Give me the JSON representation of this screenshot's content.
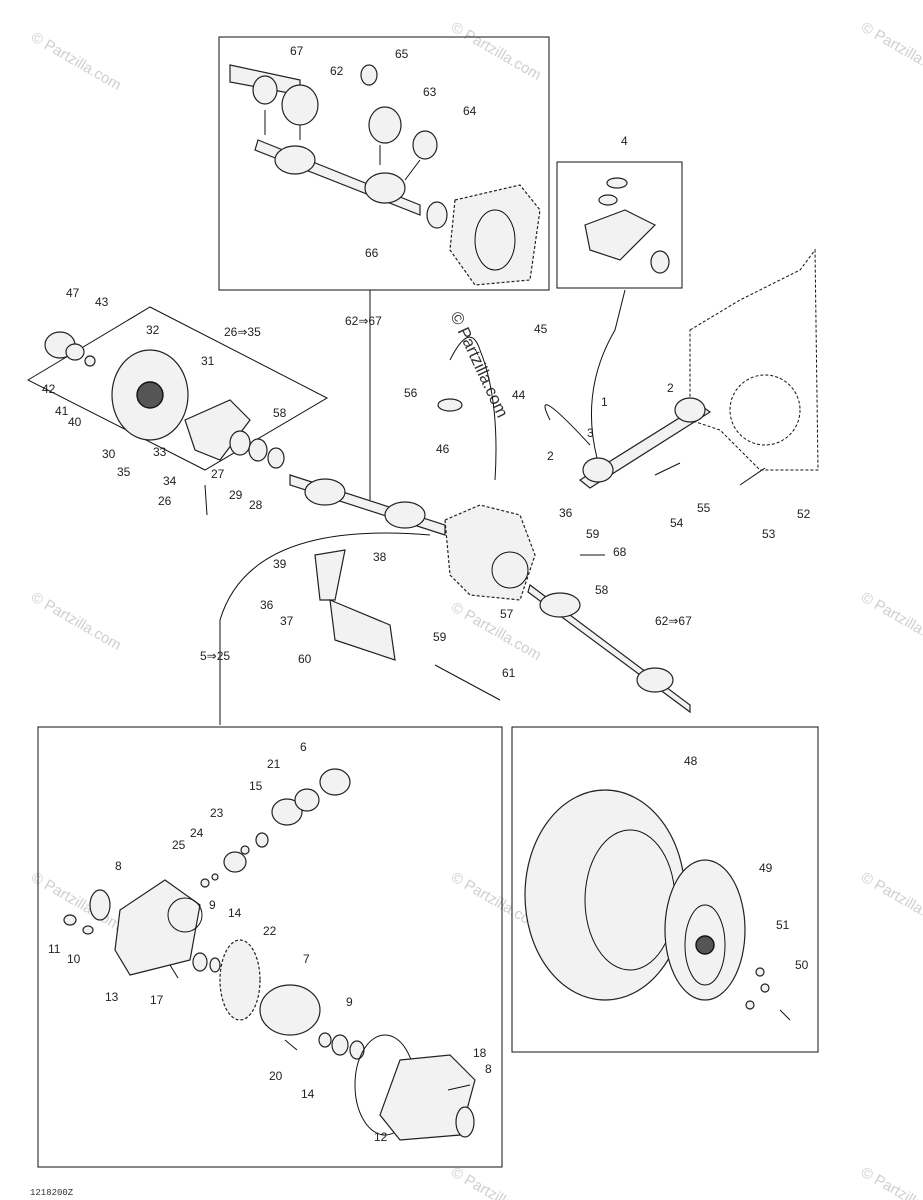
{
  "diagram": {
    "code": "1218200Z",
    "watermark": "© Partzilla.com",
    "ranges": {
      "top_box": "62⇒67",
      "hub_box": "26⇒35",
      "diff_box": "5⇒25",
      "right_shaft": "62⇒67"
    },
    "callouts": [
      "1",
      "2",
      "2",
      "3",
      "4",
      "6",
      "7",
      "8",
      "8",
      "9",
      "9",
      "10",
      "11",
      "12",
      "13",
      "14",
      "14",
      "15",
      "17",
      "18",
      "20",
      "21",
      "22",
      "23",
      "24",
      "25",
      "26",
      "27",
      "28",
      "29",
      "30",
      "31",
      "32",
      "33",
      "34",
      "35",
      "36",
      "36",
      "37",
      "38",
      "39",
      "40",
      "41",
      "42",
      "43",
      "44",
      "45",
      "46",
      "47",
      "48",
      "49",
      "50",
      "51",
      "52",
      "53",
      "54",
      "55",
      "56",
      "57",
      "58",
      "58",
      "59",
      "59",
      "60",
      "61",
      "62",
      "63",
      "64",
      "65",
      "66",
      "67",
      "68"
    ]
  }
}
